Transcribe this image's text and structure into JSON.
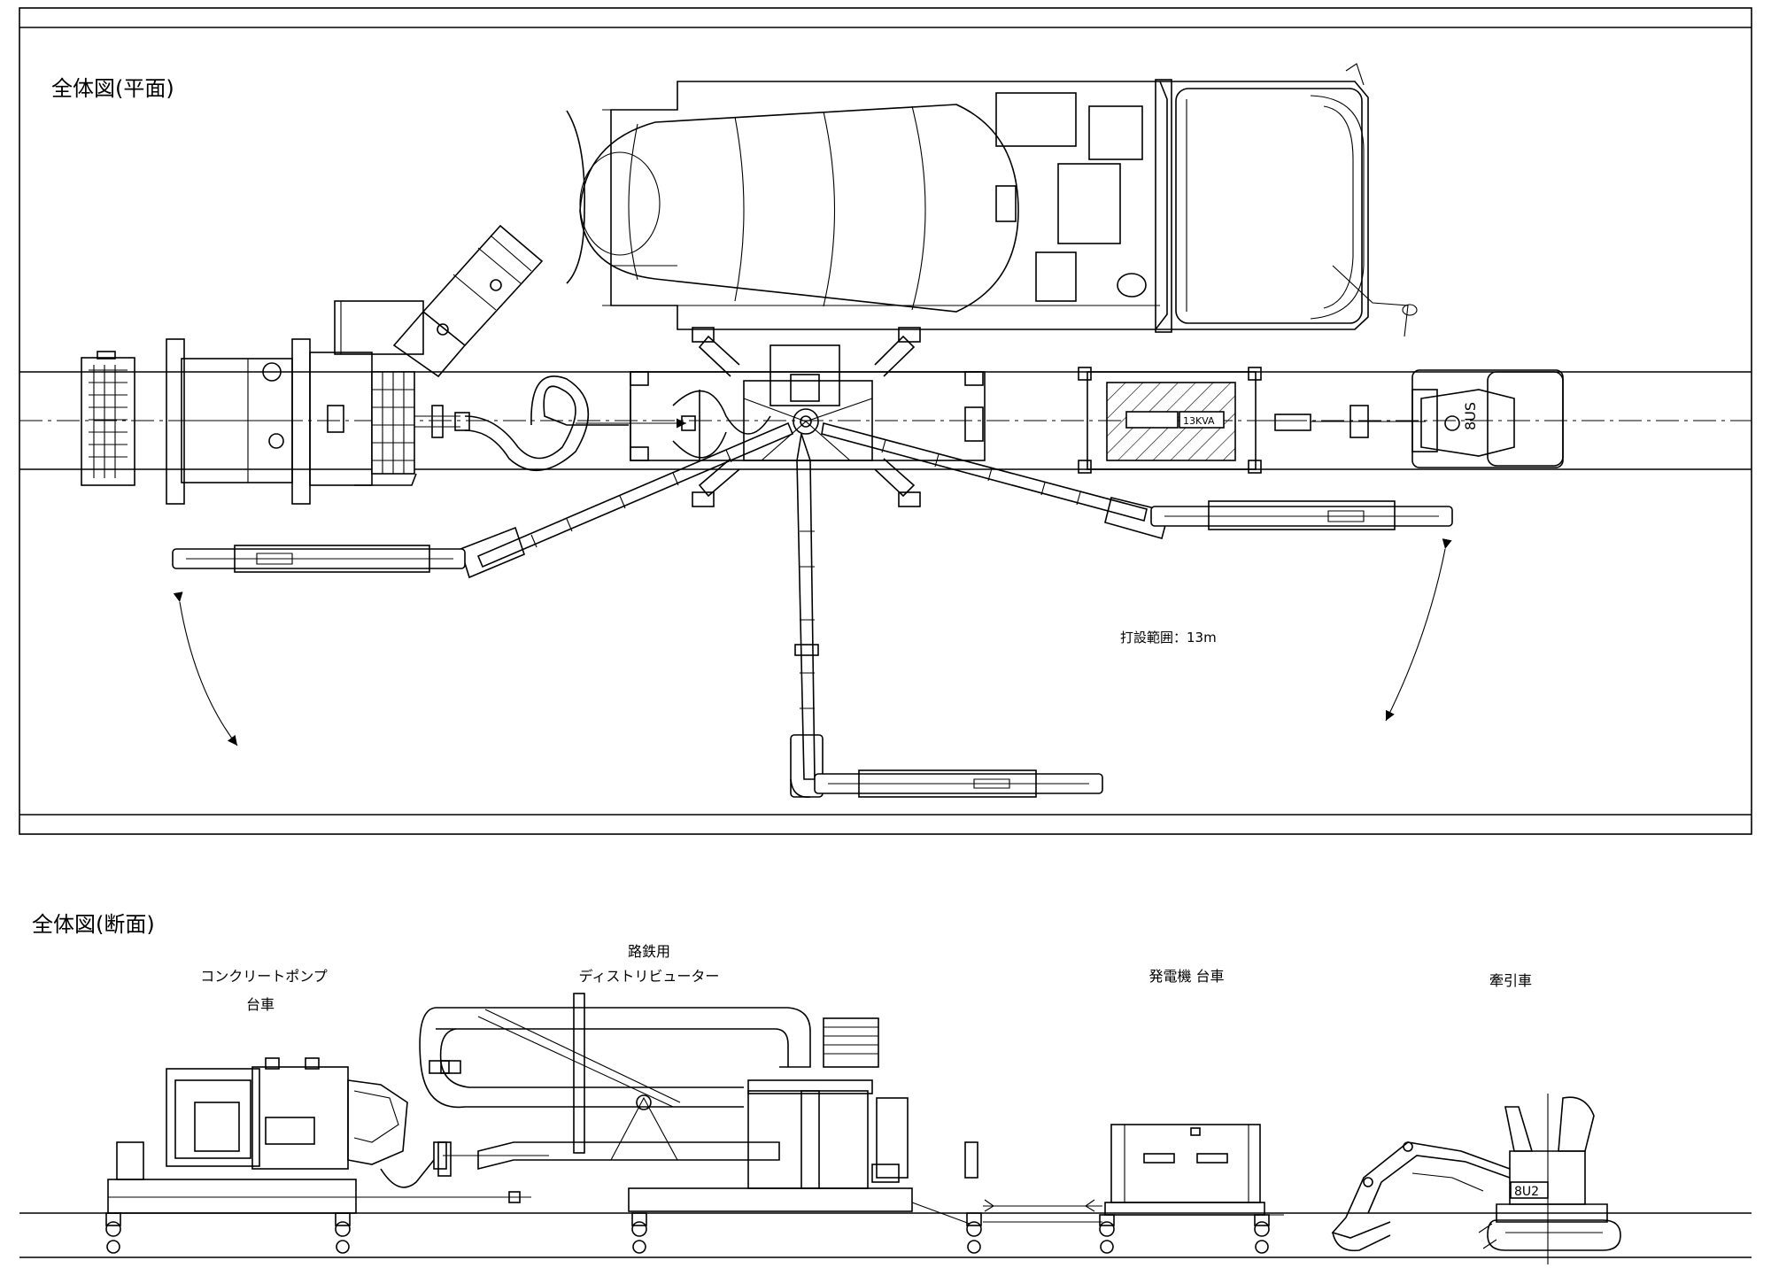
{
  "plan_view": {
    "title": "全体図(平面)",
    "range_label": "打設範囲：13m",
    "generator_plate_text": "13KVA",
    "excavator_cab_text": "8US"
  },
  "section_view": {
    "title": "全体図(断面)",
    "labels": {
      "pump_line1": "コンクリートポンプ",
      "pump_line2": "台車",
      "distributor_line1": "路鉄用",
      "distributor_line2": "ディストリビューター",
      "generator": "発電機 台車",
      "tractor": "牽引車"
    },
    "excavator_model": "8U2"
  }
}
